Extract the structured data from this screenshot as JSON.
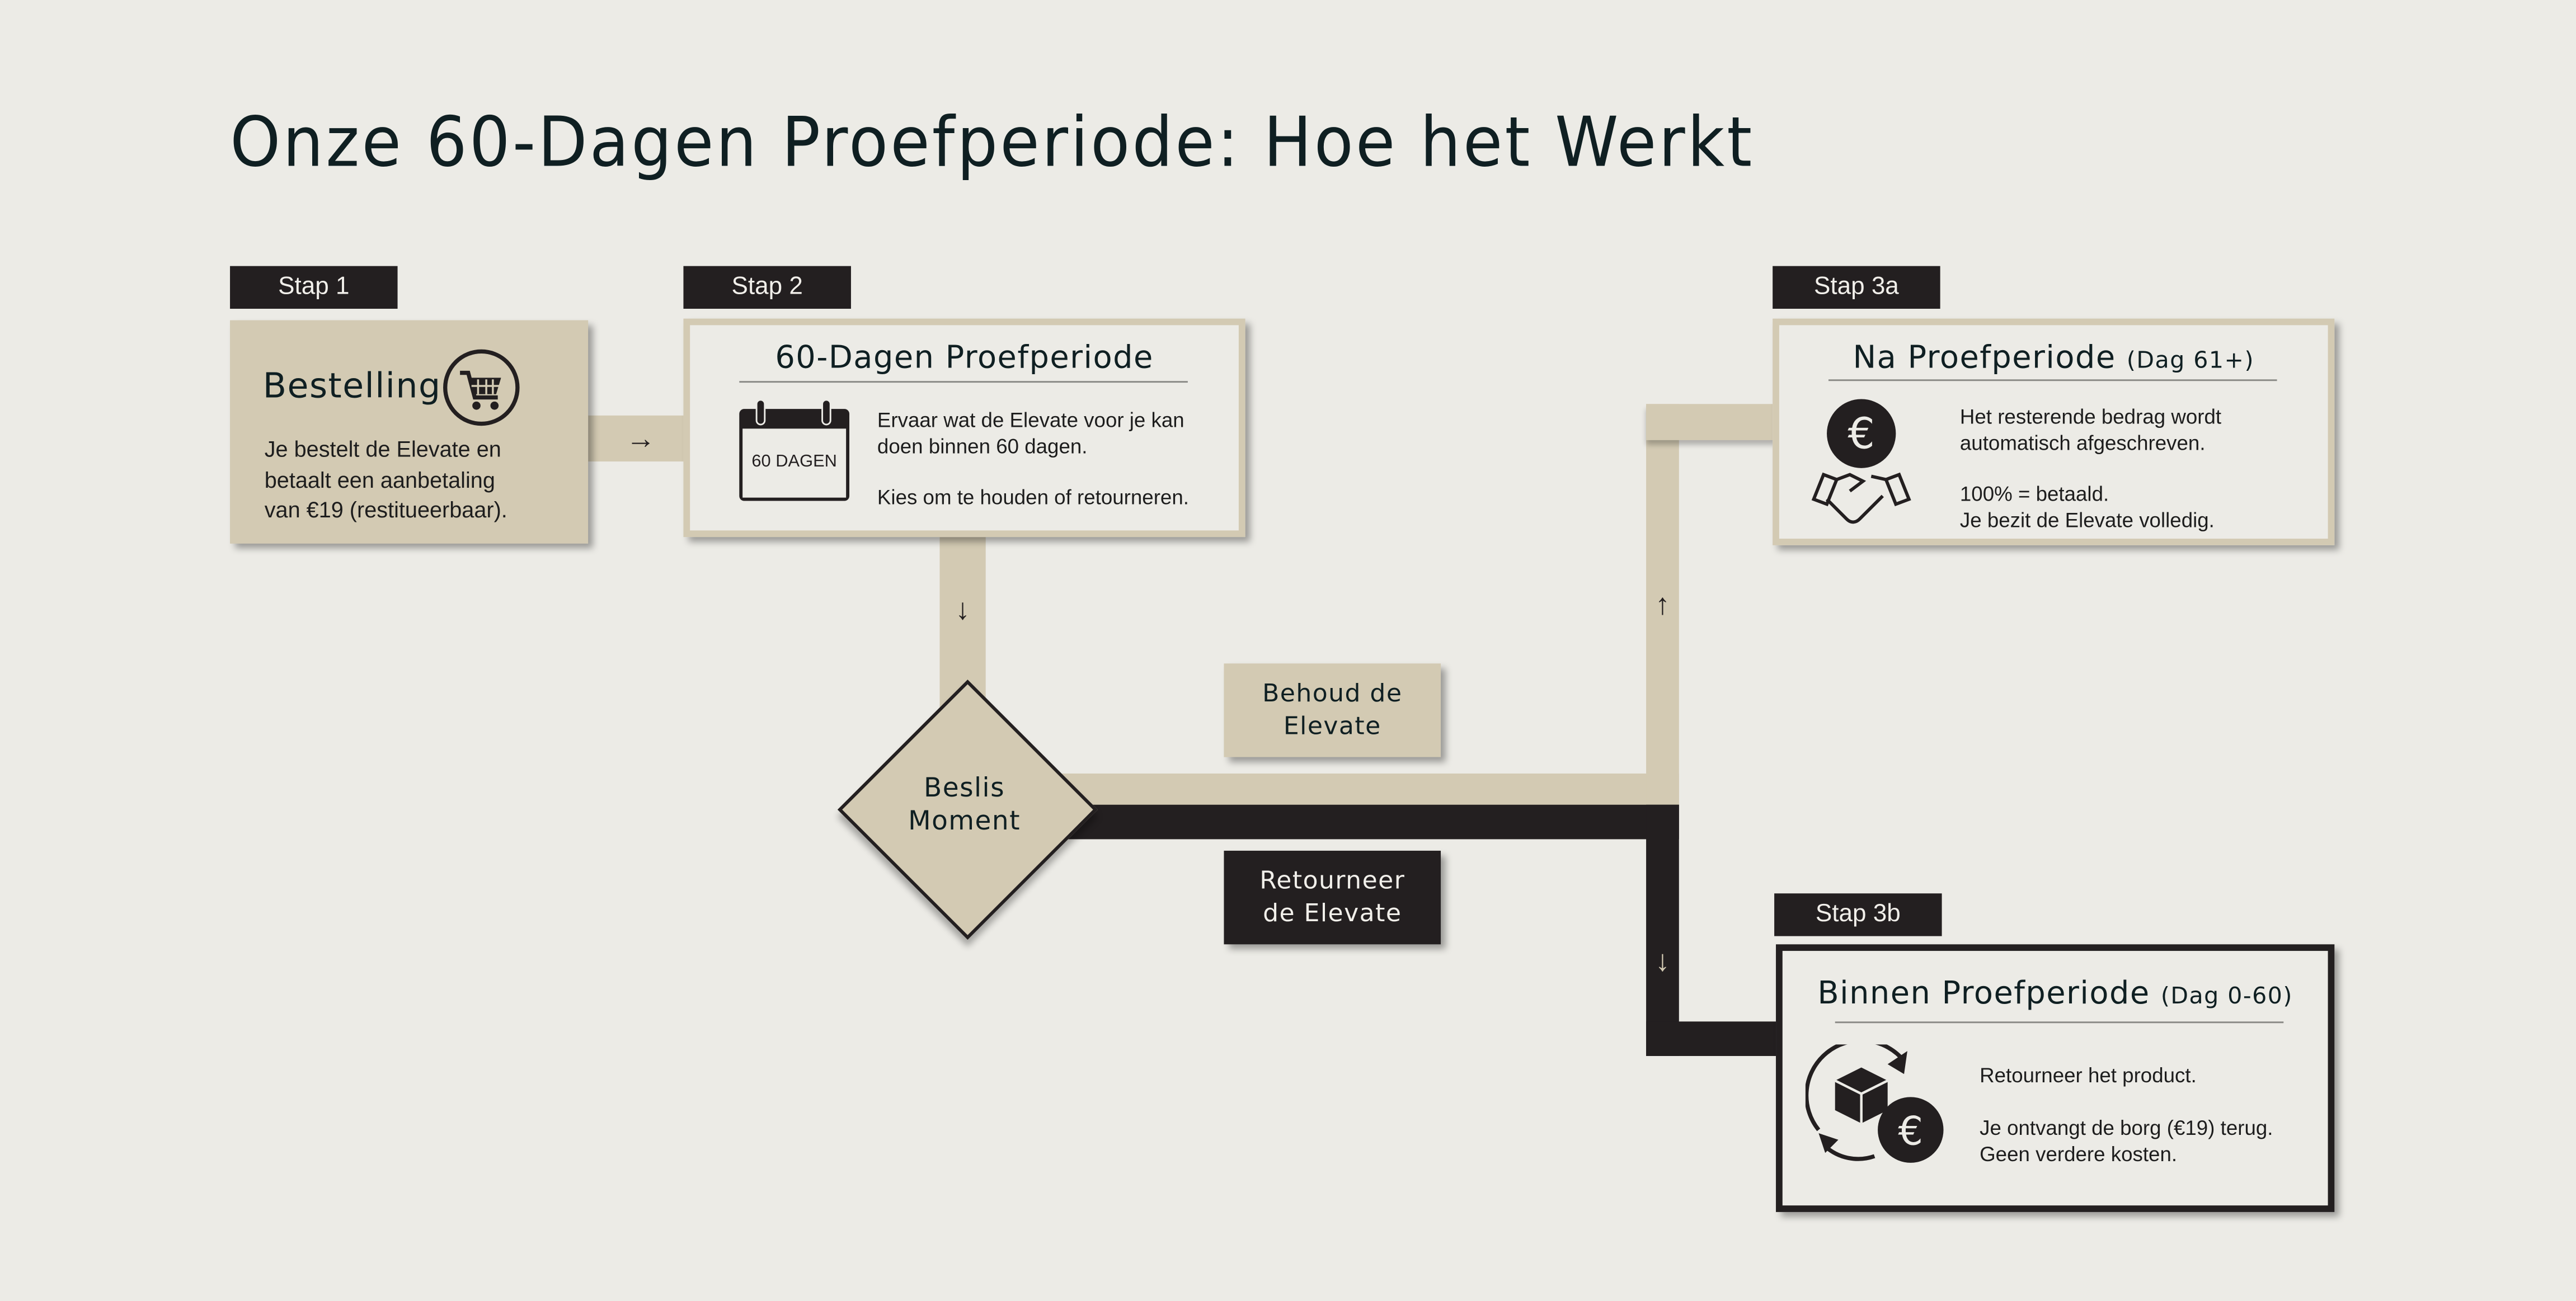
{
  "title": "Onze 60-Dagen Proefperiode: Hoe het Werkt",
  "colors": {
    "background": "#ecebe6",
    "beige": "#d3cab3",
    "dark": "#231f20",
    "text": "#0f1f22"
  },
  "step1": {
    "tag": "Stap 1",
    "title": "Bestelling",
    "icon": "shopping-cart-icon",
    "lines": [
      "Je bestelt de Elevate en",
      "betaalt een aanbetaling",
      "van €19 (restitueerbaar)."
    ]
  },
  "step2": {
    "tag": "Stap 2",
    "title": "60-Dagen Proefperiode",
    "icon": "calendar-icon",
    "calendar_label": "60 DAGEN",
    "lines": [
      "Ervaar wat de Elevate voor je kan",
      "doen binnen 60 dagen."
    ],
    "line3": "Kies om te houden of retourneren."
  },
  "decision": {
    "line1": "Beslis",
    "line2": "Moment"
  },
  "keep_label": {
    "line1": "Behoud de",
    "line2": "Elevate"
  },
  "return_label": {
    "line1": "Retourneer",
    "line2": "de Elevate"
  },
  "step3a": {
    "tag": "Stap 3a",
    "title": "Na Proefperiode",
    "subtitle": "(Dag 61+)",
    "icon": "euro-handshake-icon",
    "lines": [
      "Het resterende bedrag wordt",
      "automatisch afgeschreven."
    ],
    "lines2": [
      "100% = betaald.",
      "Je bezit de Elevate volledig."
    ]
  },
  "step3b": {
    "tag": "Stap 3b",
    "title": "Binnen Proefperiode",
    "subtitle": "(Dag 0-60)",
    "icon": "return-box-euro-icon",
    "line1": "Retourneer het product.",
    "lines2": [
      "Je ontvangt de borg (€19) terug.",
      "Geen verdere kosten."
    ]
  },
  "arrows": {
    "right": "→",
    "down": "↓",
    "up": "↑"
  }
}
